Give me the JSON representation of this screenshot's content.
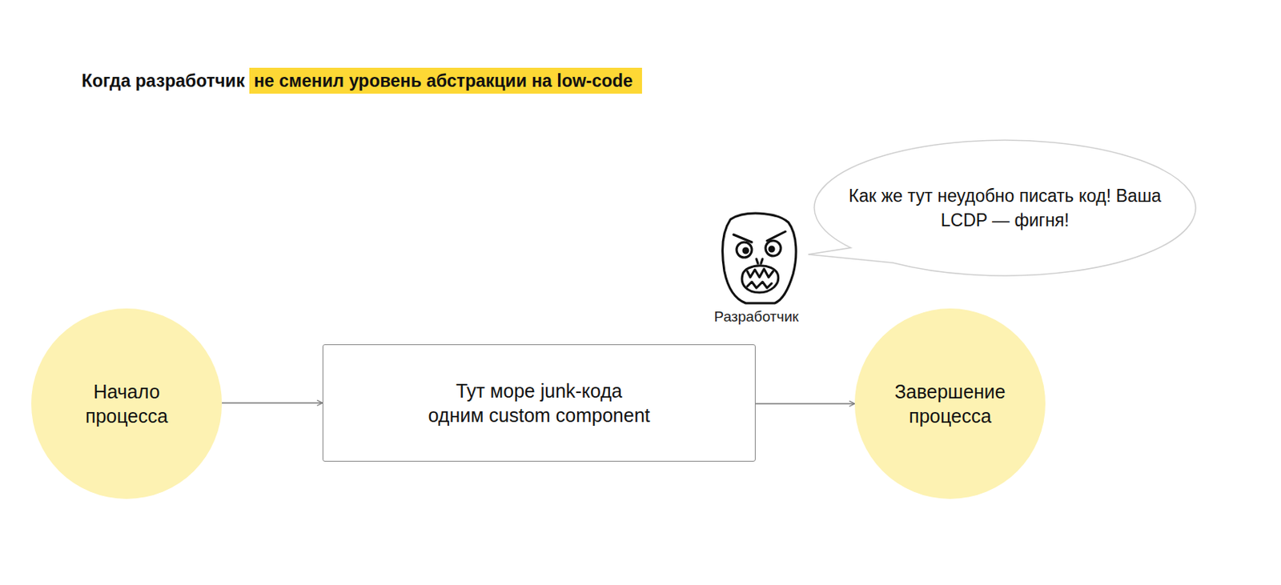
{
  "diagram": {
    "title": "Когда разработчик",
    "nodes": [
      {
        "text": [
          "Как же тут неудобно писать код! Ваша LCDP — фигня!"
        ]
      },
      {
        "text": [
          "Начало процесса"
        ]
      },
      {
        "text": [
          "Тут море junk-кода одним custom component"
        ]
      },
      {
        "text": [
          "Завершение процесса"
        ]
      }
    ],
    "edges": [
      {
        "from": 1,
        "to": 2,
        "arrow": "to"
      },
      {
        "from": 2,
        "to": 3,
        "arrow": "to"
      }
    ],
    "labels": [
      "не сменил уровень абстракции на low-code",
      "Разработчик"
    ]
  }
}
